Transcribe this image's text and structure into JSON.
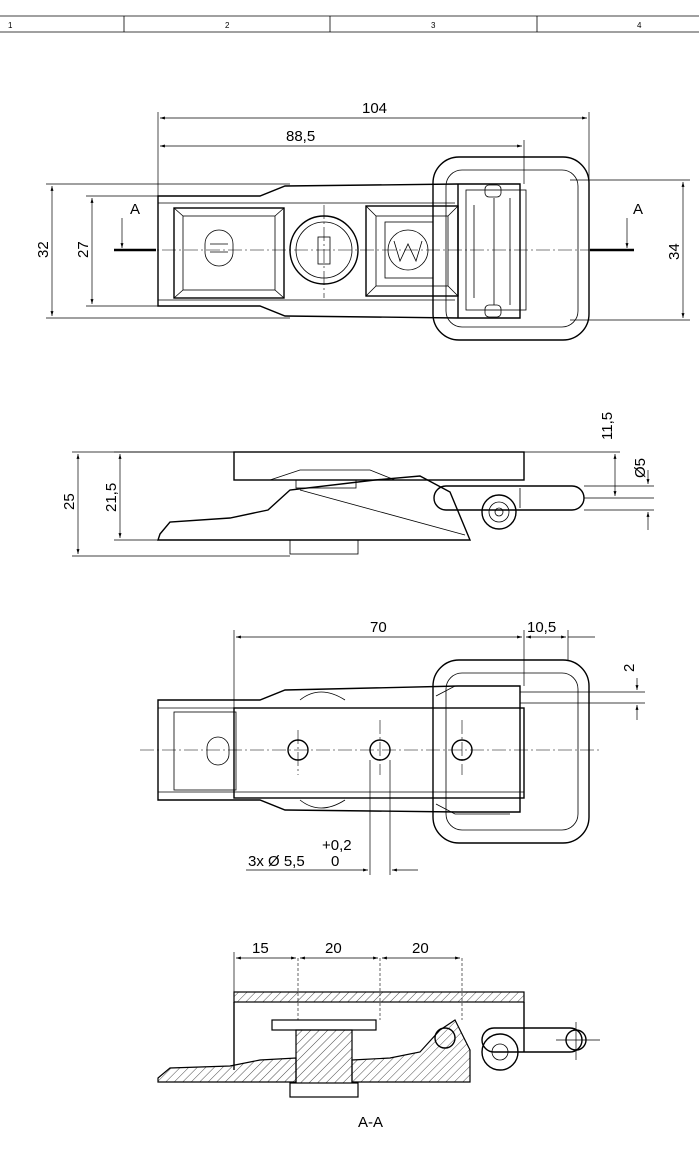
{
  "border": {
    "zones": [
      "1",
      "2",
      "3",
      "4"
    ]
  },
  "top_view": {
    "dims": {
      "overall_length": "104",
      "length_to_hinge": "88,5",
      "height_outer": "32",
      "height_inner": "27",
      "height_right": "34"
    },
    "section_mark_left": "A",
    "section_mark_right": "A"
  },
  "side_view": {
    "dims": {
      "total_height": "25",
      "inner_height": "21,5",
      "hole_offset": "11,5",
      "hole_dia": "Ø5"
    }
  },
  "bottom_view": {
    "dims": {
      "hole_spacing_total": "70",
      "hinge_offset": "10,5",
      "gap": "2",
      "tolerance_upper": "+0,2",
      "hole_callout": "3x Ø 5,5",
      "tolerance_lower": "0"
    }
  },
  "section_view": {
    "dims": {
      "first_spacing": "15",
      "second_spacing": "20",
      "third_spacing": "20"
    },
    "label": "A-A"
  }
}
